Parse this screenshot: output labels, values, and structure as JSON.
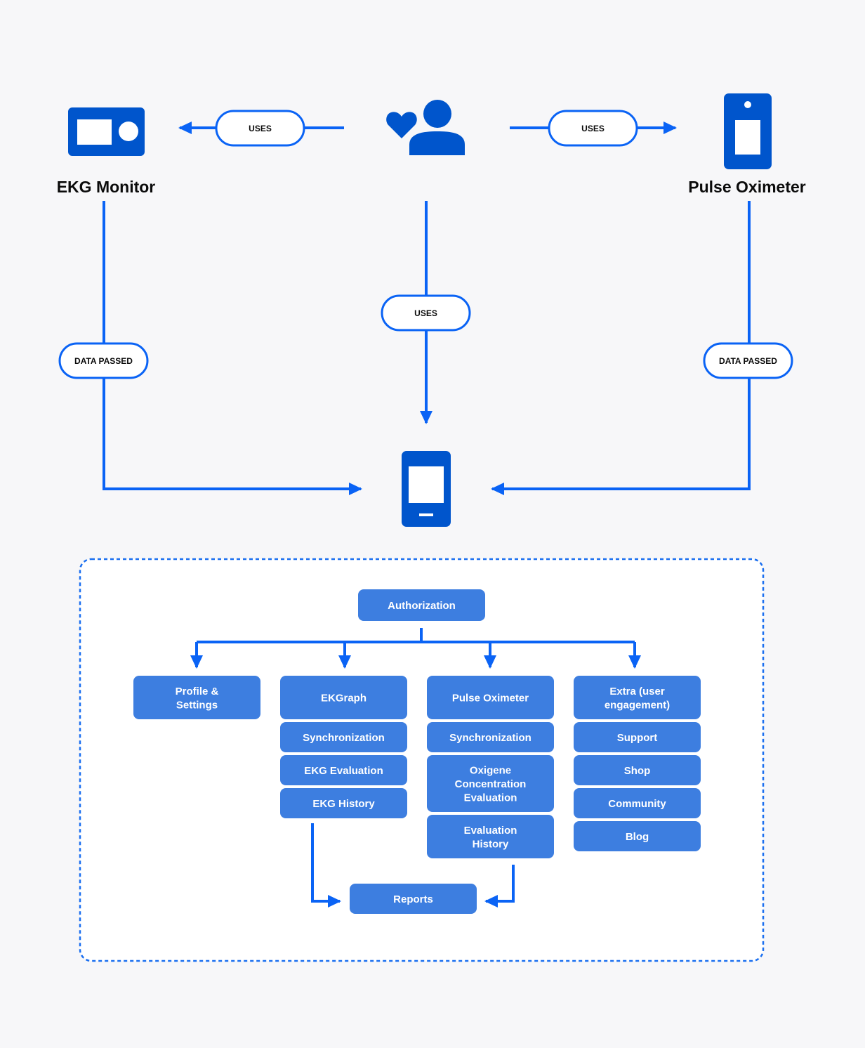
{
  "colors": {
    "background": "#f7f7f9",
    "primary": "#0055cc",
    "line": "#0a63f5",
    "node": "#3d7ee0",
    "pill_fill": "#ffffff",
    "dotted_border": "#1a6ff0"
  },
  "actors": {
    "user": {
      "icon": "user-heart-icon"
    },
    "ekg_monitor": {
      "icon": "ekg-monitor-icon",
      "label": "EKG Monitor"
    },
    "pulse_oximeter": {
      "icon": "pulse-oximeter-icon",
      "label": "Pulse Oximeter"
    },
    "phone": {
      "icon": "smartphone-icon"
    }
  },
  "edges": {
    "user_to_ekg": "USES",
    "user_to_pulse": "USES",
    "user_to_phone": "USES",
    "ekg_to_phone": "DATA PASSED",
    "pulse_to_phone": "DATA PASSED"
  },
  "app_structure": {
    "root": "Authorization",
    "columns": [
      {
        "header": [
          "Profile &",
          "Settings"
        ],
        "items": []
      },
      {
        "header": [
          "EKGraph"
        ],
        "items": [
          [
            "Synchronization"
          ],
          [
            "EKG Evaluation"
          ],
          [
            "EKG History"
          ]
        ]
      },
      {
        "header": [
          "Pulse Oximeter"
        ],
        "items": [
          [
            "Synchronization"
          ],
          [
            "Oxigene",
            "Concentration",
            "Evaluation"
          ],
          [
            "Evaluation",
            "History"
          ]
        ]
      },
      {
        "header": [
          "Extra (user",
          "engagement)"
        ],
        "items": [
          [
            "Support"
          ],
          [
            "Shop"
          ],
          [
            "Community"
          ],
          [
            "Blog"
          ]
        ]
      }
    ],
    "reports": "Reports"
  }
}
